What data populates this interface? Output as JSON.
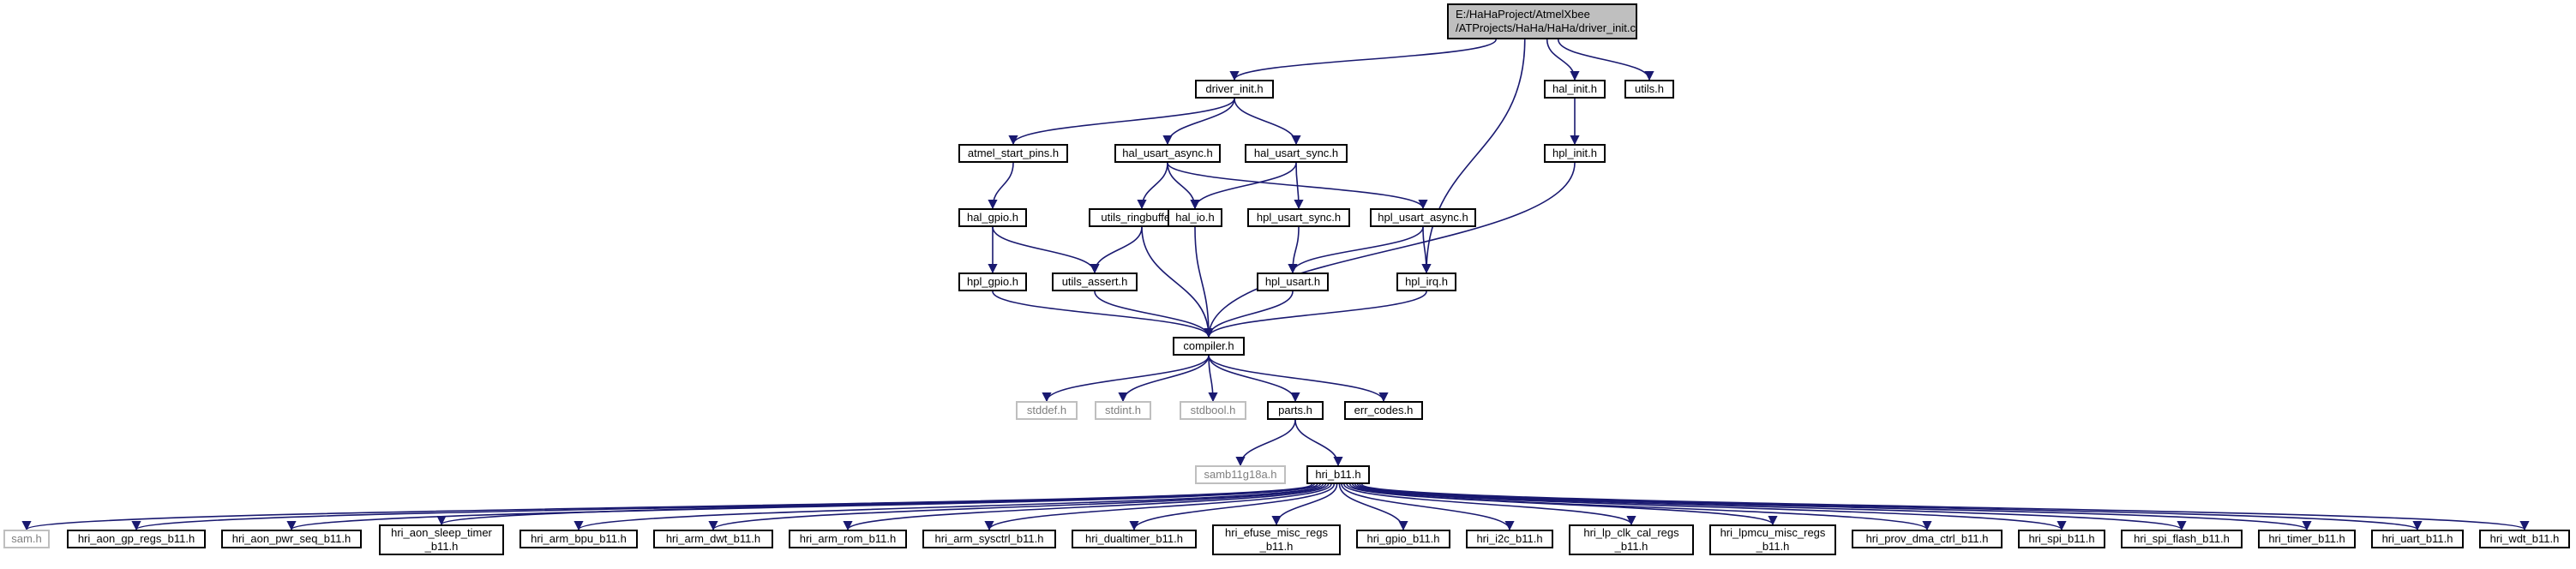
{
  "diagram": {
    "colors": {
      "edge": "#191970",
      "box": "#000000",
      "external": "#bfbfbf",
      "root_fill": "#bfbfbf"
    },
    "nodes": [
      {
        "id": "driver_init_c",
        "label": "E:/HaHaProject/AtmelXbee\n/ATProjects/HaHa/HaHa/driver_init.c",
        "root": true
      },
      {
        "id": "driver_init_h",
        "label": "driver_init.h"
      },
      {
        "id": "hal_init_h",
        "label": "hal_init.h"
      },
      {
        "id": "utils_h",
        "label": "utils.h"
      },
      {
        "id": "atmel_start_pins_h",
        "label": "atmel_start_pins.h"
      },
      {
        "id": "hal_usart_async_h",
        "label": "hal_usart_async.h"
      },
      {
        "id": "hal_usart_sync_h",
        "label": "hal_usart_sync.h"
      },
      {
        "id": "hpl_init_h",
        "label": "hpl_init.h"
      },
      {
        "id": "hal_gpio_h",
        "label": "hal_gpio.h"
      },
      {
        "id": "utils_ringbuffer_h",
        "label": "utils_ringbuffer.h"
      },
      {
        "id": "hal_io_h",
        "label": "hal_io.h"
      },
      {
        "id": "hpl_usart_sync_h",
        "label": "hpl_usart_sync.h"
      },
      {
        "id": "hpl_usart_async_h",
        "label": "hpl_usart_async.h"
      },
      {
        "id": "hpl_gpio_h",
        "label": "hpl_gpio.h"
      },
      {
        "id": "utils_assert_h",
        "label": "utils_assert.h"
      },
      {
        "id": "hpl_usart_h",
        "label": "hpl_usart.h"
      },
      {
        "id": "hpl_irq_h",
        "label": "hpl_irq.h"
      },
      {
        "id": "compiler_h",
        "label": "compiler.h"
      },
      {
        "id": "stddef_h",
        "label": "stddef.h",
        "external": true
      },
      {
        "id": "stdint_h",
        "label": "stdint.h",
        "external": true
      },
      {
        "id": "stdbool_h",
        "label": "stdbool.h",
        "external": true
      },
      {
        "id": "parts_h",
        "label": "parts.h"
      },
      {
        "id": "err_codes_h",
        "label": "err_codes.h"
      },
      {
        "id": "samb11g18a_h",
        "label": "samb11g18a.h",
        "external": true
      },
      {
        "id": "hri_b11_h",
        "label": "hri_b11.h"
      },
      {
        "id": "sam_h",
        "label": "sam.h",
        "external": true
      },
      {
        "id": "hri_aon_gp_regs_b11_h",
        "label": "hri_aon_gp_regs_b11.h"
      },
      {
        "id": "hri_aon_pwr_seq_b11_h",
        "label": "hri_aon_pwr_seq_b11.h"
      },
      {
        "id": "hri_aon_sleep_timer_b11_h",
        "label": "hri_aon_sleep_timer\n_b11.h"
      },
      {
        "id": "hri_arm_bpu_b11_h",
        "label": "hri_arm_bpu_b11.h"
      },
      {
        "id": "hri_arm_dwt_b11_h",
        "label": "hri_arm_dwt_b11.h"
      },
      {
        "id": "hri_arm_rom_b11_h",
        "label": "hri_arm_rom_b11.h"
      },
      {
        "id": "hri_arm_sysctrl_b11_h",
        "label": "hri_arm_sysctrl_b11.h"
      },
      {
        "id": "hri_dualtimer_b11_h",
        "label": "hri_dualtimer_b11.h"
      },
      {
        "id": "hri_efuse_misc_regs_b11_h",
        "label": "hri_efuse_misc_regs\n_b11.h"
      },
      {
        "id": "hri_gpio_b11_h",
        "label": "hri_gpio_b11.h"
      },
      {
        "id": "hri_i2c_b11_h",
        "label": "hri_i2c_b11.h"
      },
      {
        "id": "hri_lp_clk_cal_regs_b11_h",
        "label": "hri_lp_clk_cal_regs\n_b11.h"
      },
      {
        "id": "hri_lpmcu_misc_regs_b11_h",
        "label": "hri_lpmcu_misc_regs\n_b11.h"
      },
      {
        "id": "hri_prov_dma_ctrl_b11_h",
        "label": "hri_prov_dma_ctrl_b11.h"
      },
      {
        "id": "hri_spi_b11_h",
        "label": "hri_spi_b11.h"
      },
      {
        "id": "hri_spi_flash_b11_h",
        "label": "hri_spi_flash_b11.h"
      },
      {
        "id": "hri_timer_b11_h",
        "label": "hri_timer_b11.h"
      },
      {
        "id": "hri_uart_b11_h",
        "label": "hri_uart_b11.h"
      },
      {
        "id": "hri_wdt_b11_h",
        "label": "hri_wdt_b11.h"
      }
    ],
    "edges": [
      [
        "driver_init_c",
        "driver_init_h"
      ],
      [
        "driver_init_c",
        "hal_init_h"
      ],
      [
        "driver_init_c",
        "utils_h"
      ],
      [
        "driver_init_c",
        "hpl_irq_h"
      ],
      [
        "driver_init_h",
        "atmel_start_pins_h"
      ],
      [
        "driver_init_h",
        "hal_usart_async_h"
      ],
      [
        "driver_init_h",
        "hal_usart_sync_h"
      ],
      [
        "hal_init_h",
        "hpl_init_h"
      ],
      [
        "atmel_start_pins_h",
        "hal_gpio_h"
      ],
      [
        "hal_usart_async_h",
        "utils_ringbuffer_h"
      ],
      [
        "hal_usart_async_h",
        "hal_io_h"
      ],
      [
        "hal_usart_async_h",
        "hpl_usart_async_h"
      ],
      [
        "hal_usart_sync_h",
        "hal_io_h"
      ],
      [
        "hal_usart_sync_h",
        "hpl_usart_sync_h"
      ],
      [
        "hpl_init_h",
        "compiler_h"
      ],
      [
        "hal_gpio_h",
        "hpl_gpio_h"
      ],
      [
        "hal_gpio_h",
        "utils_assert_h"
      ],
      [
        "utils_ringbuffer_h",
        "utils_assert_h"
      ],
      [
        "utils_ringbuffer_h",
        "compiler_h"
      ],
      [
        "hal_io_h",
        "compiler_h"
      ],
      [
        "hpl_usart_sync_h",
        "hpl_usart_h"
      ],
      [
        "hpl_usart_async_h",
        "hpl_usart_h"
      ],
      [
        "hpl_usart_async_h",
        "hpl_irq_h"
      ],
      [
        "hpl_gpio_h",
        "compiler_h"
      ],
      [
        "utils_assert_h",
        "compiler_h"
      ],
      [
        "hpl_usart_h",
        "compiler_h"
      ],
      [
        "hpl_irq_h",
        "compiler_h"
      ],
      [
        "compiler_h",
        "stddef_h"
      ],
      [
        "compiler_h",
        "stdint_h"
      ],
      [
        "compiler_h",
        "stdbool_h"
      ],
      [
        "compiler_h",
        "parts_h"
      ],
      [
        "compiler_h",
        "err_codes_h"
      ],
      [
        "parts_h",
        "samb11g18a_h"
      ],
      [
        "parts_h",
        "hri_b11_h"
      ],
      [
        "hri_b11_h",
        "sam_h"
      ],
      [
        "hri_b11_h",
        "hri_aon_gp_regs_b11_h"
      ],
      [
        "hri_b11_h",
        "hri_aon_pwr_seq_b11_h"
      ],
      [
        "hri_b11_h",
        "hri_aon_sleep_timer_b11_h"
      ],
      [
        "hri_b11_h",
        "hri_arm_bpu_b11_h"
      ],
      [
        "hri_b11_h",
        "hri_arm_dwt_b11_h"
      ],
      [
        "hri_b11_h",
        "hri_arm_rom_b11_h"
      ],
      [
        "hri_b11_h",
        "hri_arm_sysctrl_b11_h"
      ],
      [
        "hri_b11_h",
        "hri_dualtimer_b11_h"
      ],
      [
        "hri_b11_h",
        "hri_efuse_misc_regs_b11_h"
      ],
      [
        "hri_b11_h",
        "hri_gpio_b11_h"
      ],
      [
        "hri_b11_h",
        "hri_i2c_b11_h"
      ],
      [
        "hri_b11_h",
        "hri_lp_clk_cal_regs_b11_h"
      ],
      [
        "hri_b11_h",
        "hri_lpmcu_misc_regs_b11_h"
      ],
      [
        "hri_b11_h",
        "hri_prov_dma_ctrl_b11_h"
      ],
      [
        "hri_b11_h",
        "hri_spi_b11_h"
      ],
      [
        "hri_b11_h",
        "hri_spi_flash_b11_h"
      ],
      [
        "hri_b11_h",
        "hri_timer_b11_h"
      ],
      [
        "hri_b11_h",
        "hri_uart_b11_h"
      ],
      [
        "hri_b11_h",
        "hri_wdt_b11_h"
      ]
    ]
  }
}
